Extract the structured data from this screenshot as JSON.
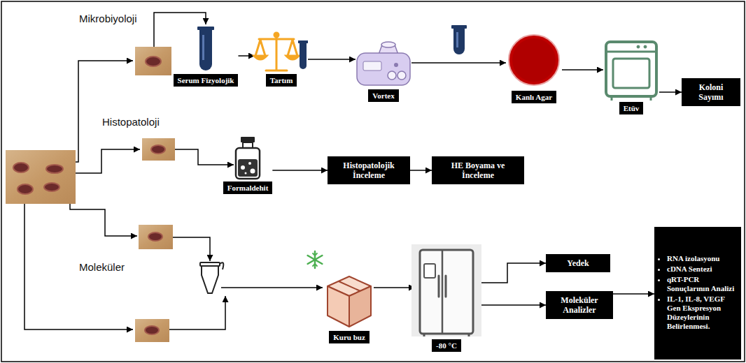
{
  "diagram": {
    "nodes": [
      {
        "text": [
          "Serum Fizyolojik"
        ]
      },
      {
        "text": [
          "Tartım"
        ]
      },
      {
        "text": [
          "Vortex"
        ]
      },
      {
        "text": [
          "Kanlı Agar"
        ]
      },
      {
        "text": [
          "Etüv"
        ]
      },
      {
        "text": [
          "Koloni Sayımı"
        ]
      },
      {
        "text": [
          "Formaldehit"
        ]
      },
      {
        "text": [
          "Histopatolojik İnceleme"
        ]
      },
      {
        "text": [
          "HE Boyama ve İnceleme"
        ]
      },
      {
        "text": [
          "Kuru buz"
        ]
      },
      {
        "text": [
          "-80 °C"
        ]
      },
      {
        "text": [
          "Yedek"
        ]
      },
      {
        "text": [
          "Moleküler Analizler"
        ]
      },
      {
        "text": [
          "RNA izolasyonu",
          "cDNA Sentezi",
          "qRT-PCR Sonuçlarının Analizi",
          "IL-1, IL-8, VEGF Gen Ekspresyon Düzeylerinin Belirlenmesi."
        ]
      }
    ],
    "edges": [
      {
        "from": 0,
        "to": 1,
        "arrow": "to"
      },
      {
        "from": 1,
        "to": 2,
        "arrow": "to"
      },
      {
        "from": 2,
        "to": 3,
        "arrow": "to"
      },
      {
        "from": 3,
        "to": 4,
        "arrow": "to"
      },
      {
        "from": 4,
        "to": 5,
        "arrow": "to"
      },
      {
        "from": 6,
        "to": 7,
        "arrow": "to"
      },
      {
        "from": 7,
        "to": 8,
        "arrow": "to"
      },
      {
        "from": 9,
        "to": 10,
        "arrow": "to"
      },
      {
        "from": 10,
        "to": 11,
        "arrow": "to"
      },
      {
        "from": 10,
        "to": 12,
        "arrow": "to"
      },
      {
        "from": 12,
        "to": 13,
        "arrow": "to"
      }
    ],
    "labels": [
      "Mikrobiyoloji",
      "Histopatoloji",
      "Moleküler"
    ]
  }
}
